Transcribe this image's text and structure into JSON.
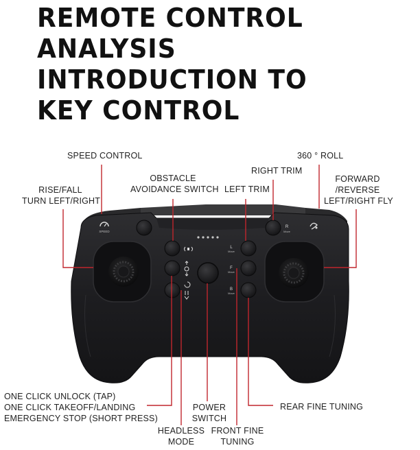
{
  "title": {
    "line1": "REMOTE CONTROL ANALYSIS",
    "line2": "INTRODUCTION TO",
    "line3": "KEY CONTROL"
  },
  "labels": {
    "speed_control": "SPEED CONTROL",
    "obstacle_line1": "OBSTACLE",
    "obstacle_line2": "AVOIDANCE SWITCH",
    "right_trim": "RIGHT TRIM",
    "roll_360": "360 ° ROLL",
    "rise_fall_line1": "RISE/FALL",
    "rise_fall_line2": "TURN LEFT/RIGHT",
    "left_trim": "LEFT TRIM",
    "forward_line1": "FORWARD",
    "forward_line2": "/REVERSE",
    "forward_line3": "LEFT/RIGHT FLY",
    "unlock_line1": "ONE CLICK UNLOCK (TAP)",
    "unlock_line2": "ONE CLICK TAKEOFF/LANDING",
    "unlock_line3": "EMERGENCY STOP (SHORT PRESS)",
    "power_line1": "POWER",
    "power_line2": "SWITCH",
    "rear_fine_tuning": "REAR FINE TUNING",
    "headless_line1": "HEADLESS",
    "headless_line2": "MODE",
    "front_fine_line1": "FRONT FINE",
    "front_fine_line2": "TUNING"
  },
  "controller": {
    "speed_text": "SPEED",
    "r_letter": "R",
    "l_letter": "L",
    "f_letter": "F",
    "b_letter": "B",
    "move_text": "Move"
  },
  "colors": {
    "leader_line": "#c0262d",
    "body": "#1c1c1e",
    "title_text": "#111111"
  }
}
